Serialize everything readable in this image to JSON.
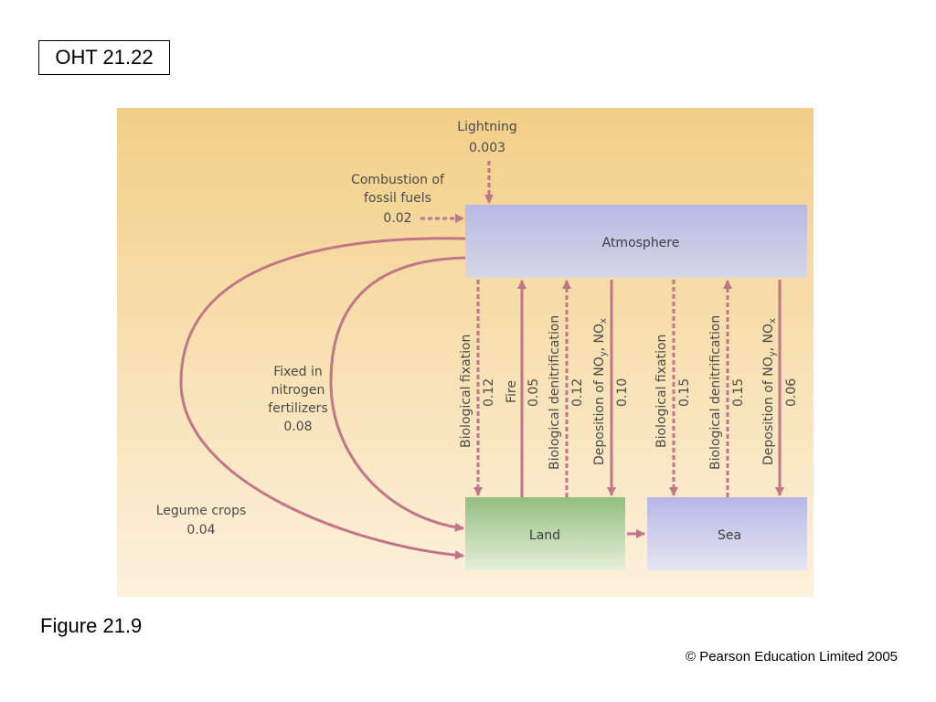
{
  "slide": {
    "oht_label": "OHT 21.22",
    "figure_caption": "Figure 21.9",
    "copyright": "© Pearson Education Limited 2005"
  },
  "colors": {
    "arrow": "#c07588",
    "atmosphere_box": "#bcbde6",
    "land_box": "#9cc489",
    "sea_box": "#bcbde6",
    "panel_top": "#f2cf87",
    "panel_bottom": "#fcf1dc"
  },
  "diagram": {
    "boxes": {
      "atmosphere": "Atmosphere",
      "land": "Land",
      "sea": "Sea"
    },
    "inputs": {
      "lightning": {
        "label": "Lightning",
        "value": "0.003"
      },
      "combustion": {
        "label_line1": "Combustion of",
        "label_line2": "fossil fuels",
        "value": "0.02"
      },
      "fertilizers": {
        "line1": "Fixed in",
        "line2": "nitrogen",
        "line3": "fertilizers",
        "value": "0.08"
      },
      "legumes": {
        "label": "Legume crops",
        "value": "0.04"
      }
    },
    "fluxes": [
      {
        "label": "Biological fixation",
        "value": "0.12"
      },
      {
        "label": "Fire",
        "value": "0.05"
      },
      {
        "label": "Biological denitrification",
        "value": "0.12"
      },
      {
        "label_prefix": "Deposition of NO",
        "sub1": "y",
        "sep": ", NO",
        "sub2": "x",
        "value": "0.10"
      },
      {
        "label": "Biological fixation",
        "value": "0.15"
      },
      {
        "label": "Biological denitrification",
        "value": "0.15"
      },
      {
        "label_prefix": "Deposition of NO",
        "sub1": "y",
        "sep": ", NO",
        "sub2": "x",
        "value": "0.06"
      }
    ]
  }
}
